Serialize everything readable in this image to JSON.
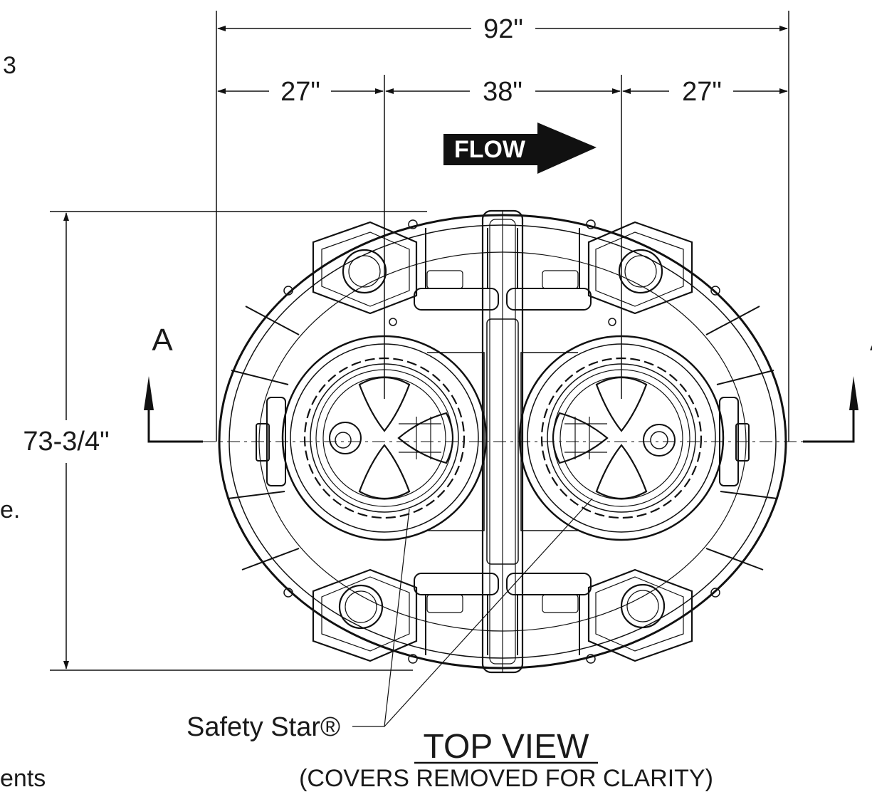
{
  "dimensions": {
    "overall_width": "92\"",
    "left_offset": "27\"",
    "center_spacing": "38\"",
    "right_offset": "27\"",
    "overall_height": "73-3/4\""
  },
  "flow_label": "FLOW",
  "section_marker": "A",
  "callout": "Safety Star®",
  "view_title": "TOP VIEW",
  "view_subtitle": "(COVERS REMOVED FOR CLARITY)",
  "edge_text": {
    "top_left": "3",
    "middle_left": "e.",
    "bottom_left": "ents"
  }
}
